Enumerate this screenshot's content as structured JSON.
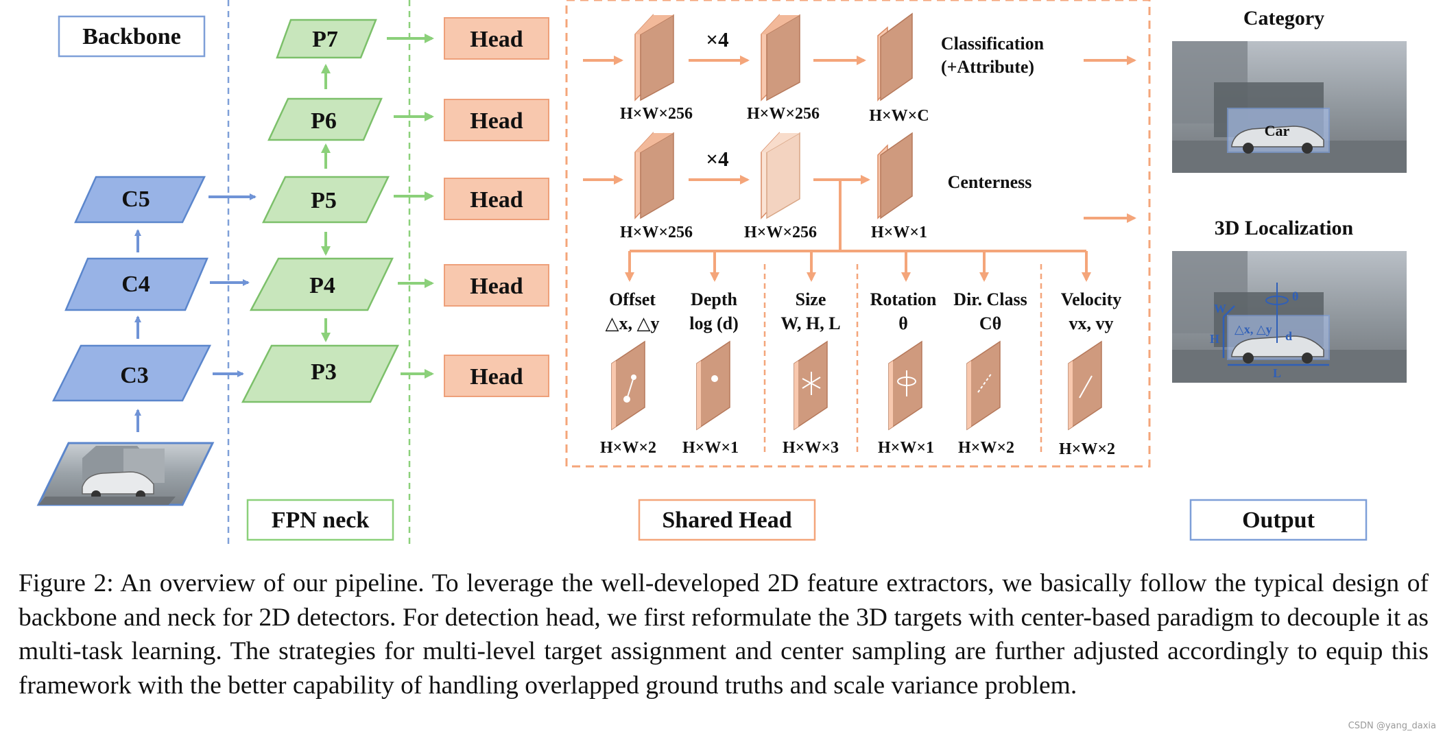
{
  "sections": {
    "backbone": "Backbone",
    "neck": "FPN neck",
    "head": "Shared Head",
    "output": "Output"
  },
  "backbone_levels": [
    "C5",
    "C4",
    "C3"
  ],
  "fpn_levels": [
    "P7",
    "P6",
    "P5",
    "P4",
    "P3"
  ],
  "head_label": "Head",
  "shared_head": {
    "repeat": "×4",
    "cls_dims": [
      "H×W×256",
      "H×W×256",
      "H×W×C"
    ],
    "ctr_dims": [
      "H×W×256",
      "H×W×256",
      "H×W×1"
    ],
    "cls_label_1": "Classification",
    "cls_label_2": "(+Attribute)",
    "ctr_label": "Centerness",
    "branches": [
      {
        "name": "Offset",
        "sub": "△x, △y",
        "dim": "H×W×2"
      },
      {
        "name": "Depth",
        "sub": "log (d)",
        "dim": "H×W×1"
      },
      {
        "name": "Size",
        "sub": "W, H, L",
        "dim": "H×W×3"
      },
      {
        "name": "Rotation",
        "sub": "θ",
        "dim": "H×W×1"
      },
      {
        "name": "Dir. Class",
        "sub": "Cθ",
        "dim": "H×W×2"
      },
      {
        "name": "Velocity",
        "sub": "vx, vy",
        "dim": "H×W×2"
      }
    ]
  },
  "output": {
    "category": "Category",
    "localization": "3D Localization",
    "car_label": "Car",
    "loc_labels": [
      "W",
      "H",
      "L",
      "△x, △y",
      "d",
      "θ"
    ]
  },
  "caption": "Figure 2: An overview of our pipeline. To leverage the well-developed 2D feature extractors, we basically follow the typical design of backbone and neck for 2D detectors. For detection head, we first reformulate the 3D targets with center-based paradigm to decouple it as multi-task learning. The strategies for multi-level target assignment and center sampling are further adjusted accordingly to equip this framework with the better capability of handling overlapped ground truths and scale variance problem.",
  "watermark": "CSDN @yang_daxia",
  "colors": {
    "backbone_fill": "#98b3e6",
    "backbone_stroke": "#5b86cc",
    "fpn_fill": "#c8e6bc",
    "fpn_stroke": "#7cc06a",
    "head_fill": "#f8c8ae",
    "head_stroke": "#eea07a",
    "arrow_blue": "#6f93d6",
    "arrow_green": "#8bd07a",
    "arrow_orange": "#f4a57a"
  }
}
